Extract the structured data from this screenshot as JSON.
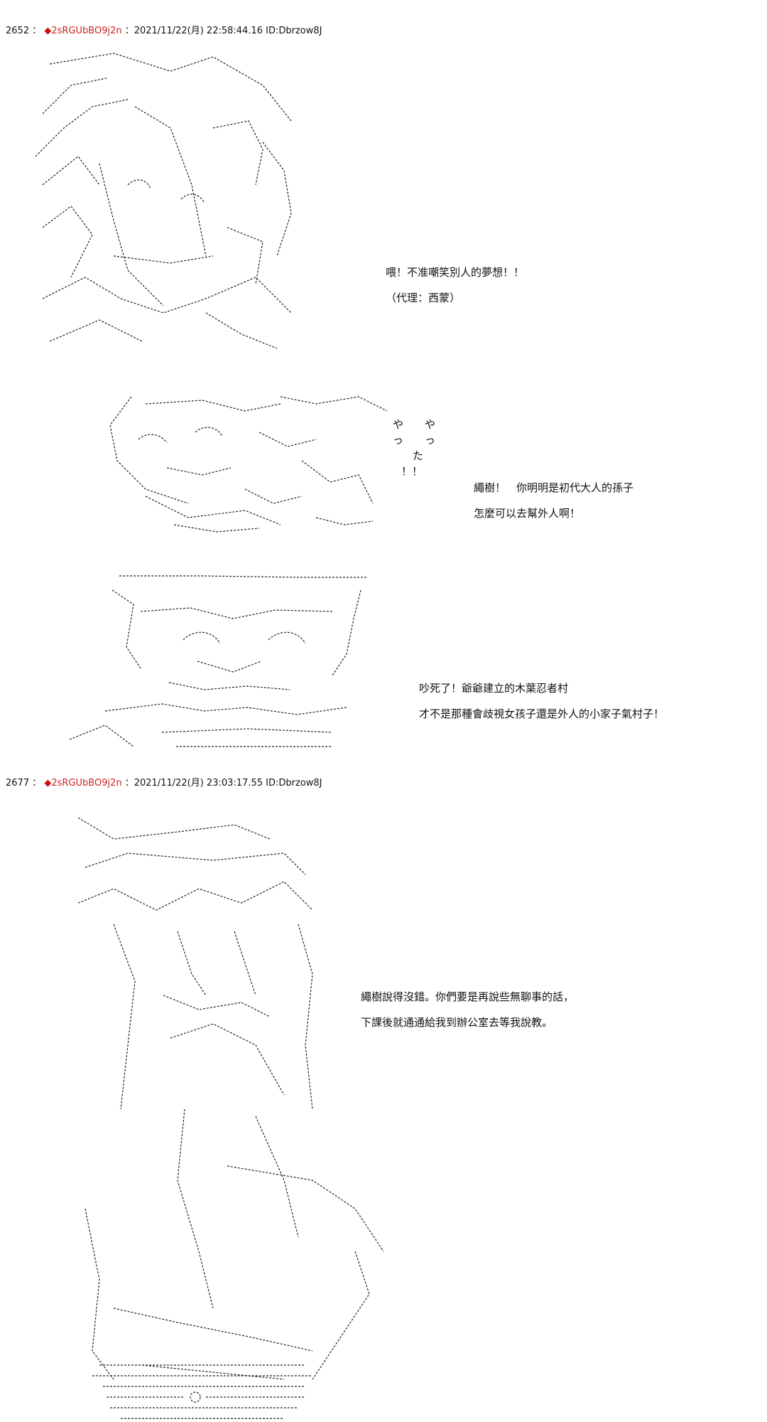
{
  "posts": [
    {
      "number": "2652",
      "sep": " ： ",
      "mark": "◆",
      "trip": "2sRGUbBO9j2n",
      "meta": " ：2021/11/22(月) 22:58:44.16 ID:Dbrzow8J",
      "scenes": [
        {
          "lines": [
            "喂！不准嘲笑別人的夢想！！",
            "（代理：西蒙）"
          ]
        },
        {
          "lines": [
            "繩樹！　你明明是初代大人的孫子",
            "怎麼可以去幫外人啊！"
          ],
          "art_text": [
            "や　　や",
            "っ　　っ",
            "た",
            "！！"
          ]
        },
        {
          "lines": [
            "吵死了！爺爺建立的木葉忍者村",
            "才不是那種會歧視女孩子還是外人的小家子氣村子！"
          ]
        }
      ]
    },
    {
      "number": "2677",
      "sep": " ： ",
      "mark": "◆",
      "trip": "2sRGUbBO9j2n",
      "meta": " ：2021/11/22(月) 23:03:17.55 ID:Dbrzow8J",
      "scenes": [
        {
          "lines": [
            "繩樹說得沒錯。你們要是再說些無聊事的話，",
            "下課後就通通給我到辦公室去等我說教。"
          ]
        }
      ]
    }
  ]
}
